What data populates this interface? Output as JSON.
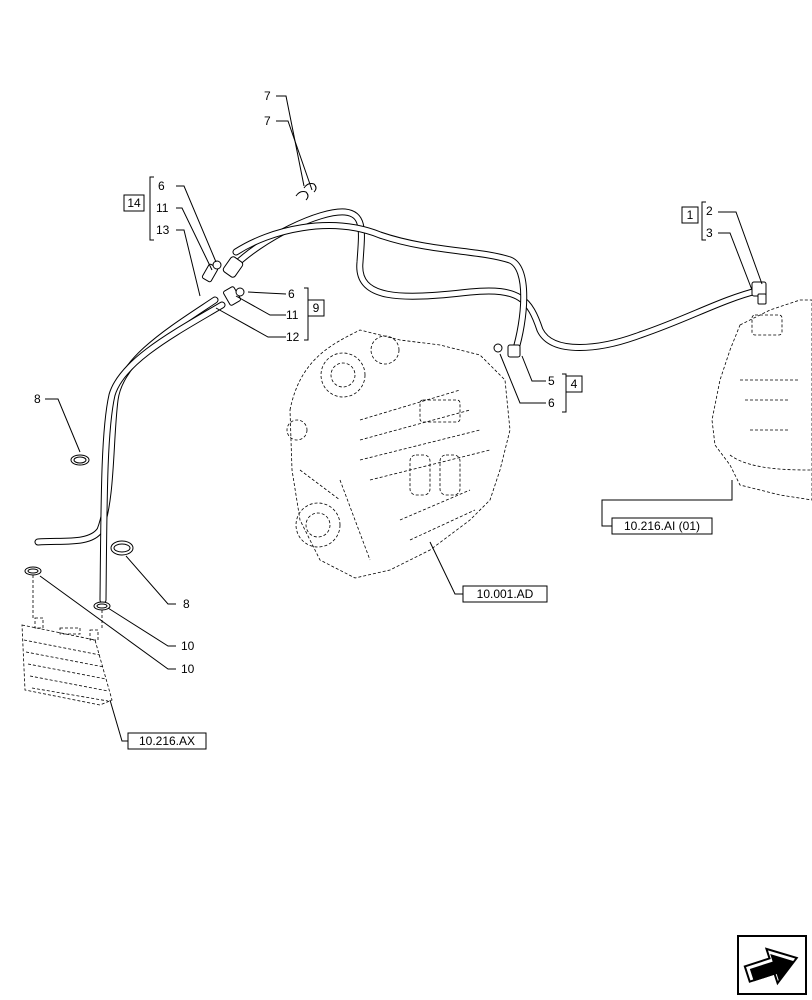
{
  "callouts": {
    "c7a": "7",
    "c7b": "7",
    "c6a": "6",
    "c11a": "11",
    "c13": "13",
    "g14": "14",
    "c6b": "6",
    "c11b": "11",
    "c12": "12",
    "g9": "9",
    "c2": "2",
    "c3": "3",
    "g1": "1",
    "c5": "5",
    "c6c": "6",
    "g4": "4",
    "c8a": "8",
    "c8b": "8",
    "c10a": "10",
    "c10b": "10"
  },
  "references": {
    "engine": "10.001.AD",
    "pump": "10.216.AI (01)",
    "cooler": "10.216.AX"
  },
  "nav": {
    "icon": "next-page-arrow-icon"
  }
}
